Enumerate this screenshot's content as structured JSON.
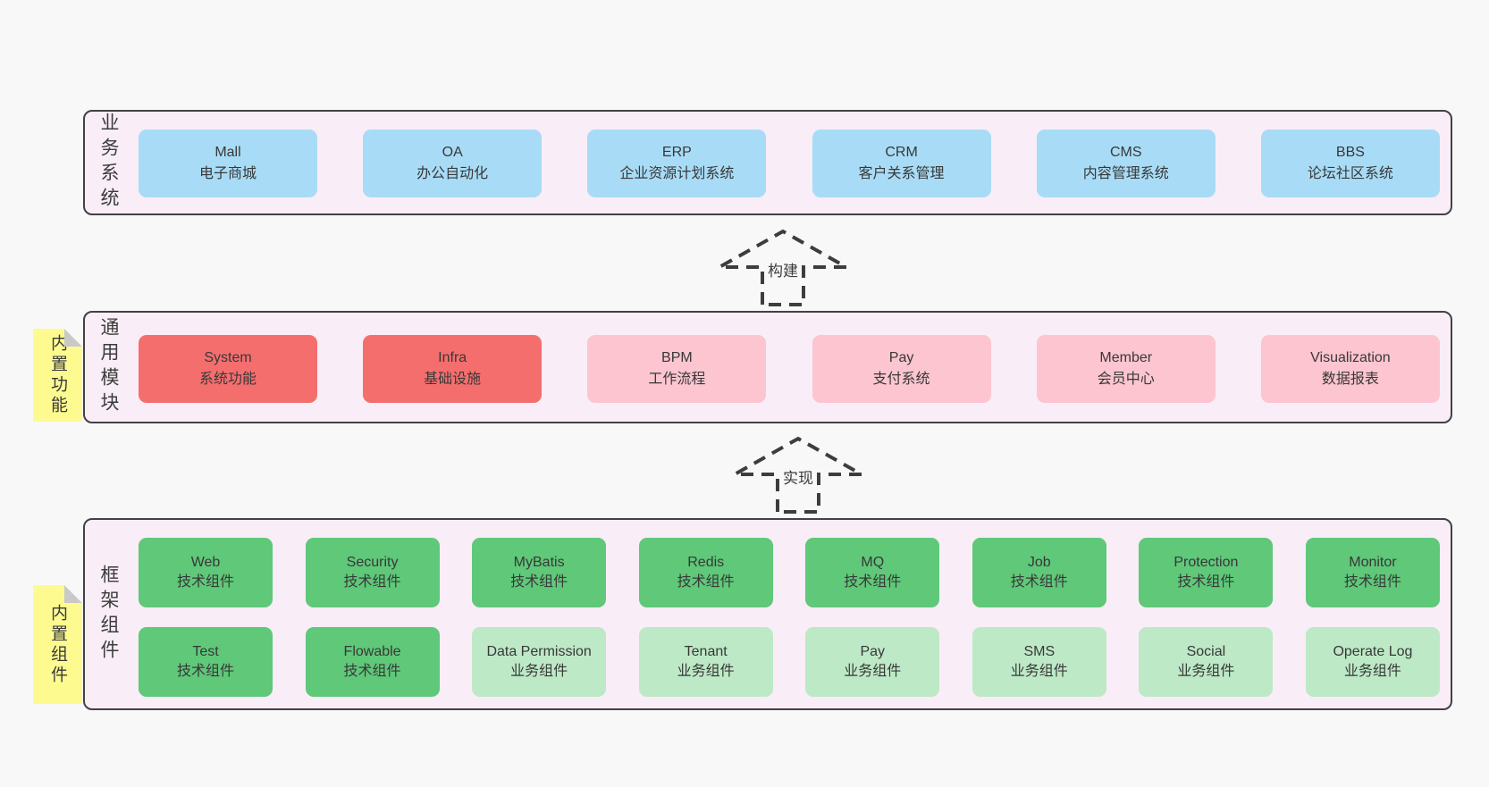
{
  "colors": {
    "bg": "#f8f8f8",
    "panel": "#f9edf7",
    "panel-border": "#424242",
    "blue": "#a8dcf6",
    "red": "#f56e6e",
    "pink": "#fcc5d0",
    "green": "#5fc879",
    "green-light": "#bde9c6",
    "yellow": "#fdfb90",
    "fold": "#c9c9c9",
    "arrow": "#3d3d3d",
    "ink": "#3c3c3c"
  },
  "arrows": [
    {
      "label": "构建"
    },
    {
      "label": "实现"
    }
  ],
  "layers": [
    {
      "id": "business-systems",
      "label": "业务系统",
      "boxes": [
        {
          "name": "Mall",
          "subtitle": "电子商城",
          "variant": "blue"
        },
        {
          "name": "OA",
          "subtitle": "办公自动化",
          "variant": "blue"
        },
        {
          "name": "ERP",
          "subtitle": "企业资源计划系统",
          "variant": "blue"
        },
        {
          "name": "CRM",
          "subtitle": "客户关系管理",
          "variant": "blue"
        },
        {
          "name": "CMS",
          "subtitle": "内容管理系统",
          "variant": "blue"
        },
        {
          "name": "BBS",
          "subtitle": "论坛社区系统",
          "variant": "blue"
        }
      ]
    },
    {
      "id": "common-modules",
      "label": "通用模块",
      "note": "内置功能",
      "boxes": [
        {
          "name": "System",
          "subtitle": "系统功能",
          "variant": "red"
        },
        {
          "name": "Infra",
          "subtitle": "基础设施",
          "variant": "red"
        },
        {
          "name": "BPM",
          "subtitle": "工作流程",
          "variant": "pink"
        },
        {
          "name": "Pay",
          "subtitle": "支付系统",
          "variant": "pink"
        },
        {
          "name": "Member",
          "subtitle": "会员中心",
          "variant": "pink"
        },
        {
          "name": "Visualization",
          "subtitle": "数据报表",
          "variant": "pink"
        }
      ]
    },
    {
      "id": "framework-components",
      "label": "框架组件",
      "note": "内置组件",
      "rows": [
        [
          {
            "name": "Web",
            "subtitle": "技术组件",
            "variant": "green"
          },
          {
            "name": "Security",
            "subtitle": "技术组件",
            "variant": "green"
          },
          {
            "name": "MyBatis",
            "subtitle": "技术组件",
            "variant": "green"
          },
          {
            "name": "Redis",
            "subtitle": "技术组件",
            "variant": "green"
          },
          {
            "name": "MQ",
            "subtitle": "技术组件",
            "variant": "green"
          },
          {
            "name": "Job",
            "subtitle": "技术组件",
            "variant": "green"
          },
          {
            "name": "Protection",
            "subtitle": "技术组件",
            "variant": "green"
          },
          {
            "name": "Monitor",
            "subtitle": "技术组件",
            "variant": "green"
          }
        ],
        [
          {
            "name": "Test",
            "subtitle": "技术组件",
            "variant": "green"
          },
          {
            "name": "Flowable",
            "subtitle": "技术组件",
            "variant": "green"
          },
          {
            "name": "Data Permission",
            "subtitle": "业务组件",
            "variant": "green-light"
          },
          {
            "name": "Tenant",
            "subtitle": "业务组件",
            "variant": "green-light"
          },
          {
            "name": "Pay",
            "subtitle": "业务组件",
            "variant": "green-light"
          },
          {
            "name": "SMS",
            "subtitle": "业务组件",
            "variant": "green-light"
          },
          {
            "name": "Social",
            "subtitle": "业务组件",
            "variant": "green-light"
          },
          {
            "name": "Operate Log",
            "subtitle": "业务组件",
            "variant": "green-light"
          }
        ]
      ]
    }
  ]
}
